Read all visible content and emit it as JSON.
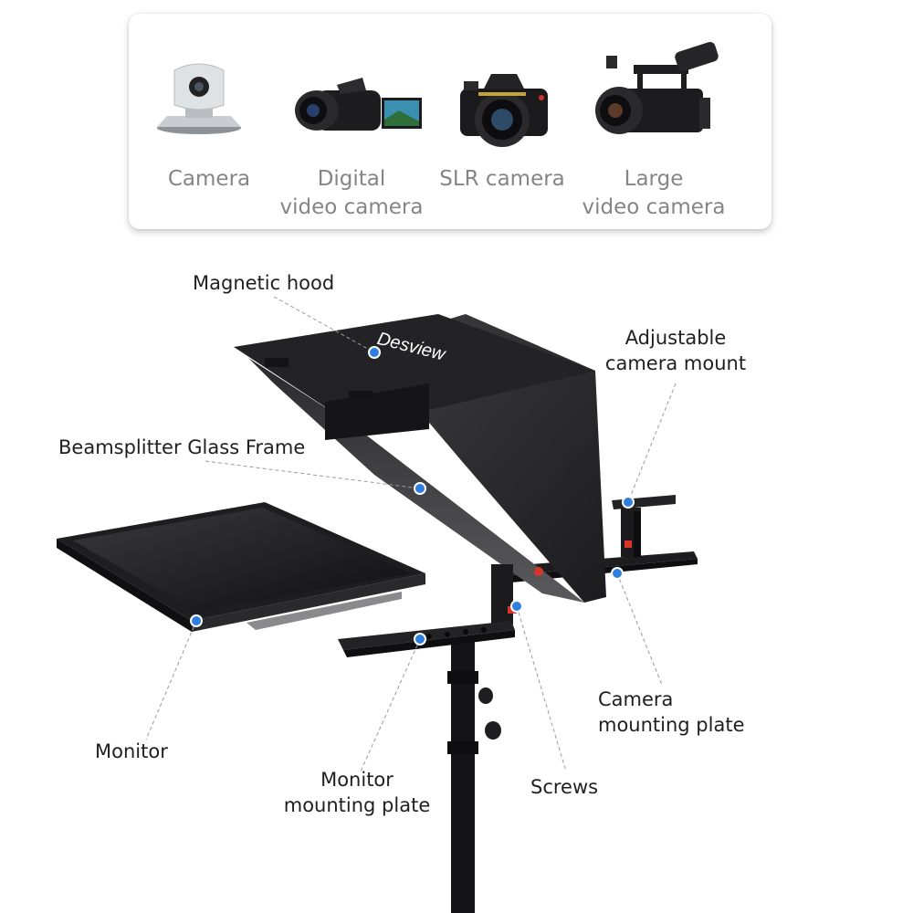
{
  "devices": [
    {
      "icon": "ptz-camera-icon",
      "label": "Camera"
    },
    {
      "icon": "camcorder-icon",
      "label": "Digital\nvideo camera"
    },
    {
      "icon": "slr-camera-icon",
      "label": "SLR camera"
    },
    {
      "icon": "pro-video-camera-icon",
      "label": "Large\nvideo camera"
    }
  ],
  "brand": "Desview",
  "callouts": {
    "magnetic_hood": "Magnetic hood",
    "beamsplitter": "Beamsplitter Glass Frame",
    "camera_mount": "Adjustable\ncamera mount",
    "monitor": "Monitor",
    "monitor_plate": "Monitor\nmounting plate",
    "screws": "Screws",
    "camera_plate": "Camera\nmounting plate"
  },
  "colors": {
    "marker": "#2f7fe0",
    "label_gray": "#858585",
    "hardware": "#1a1a1a",
    "accent_red": "#d8342c"
  }
}
